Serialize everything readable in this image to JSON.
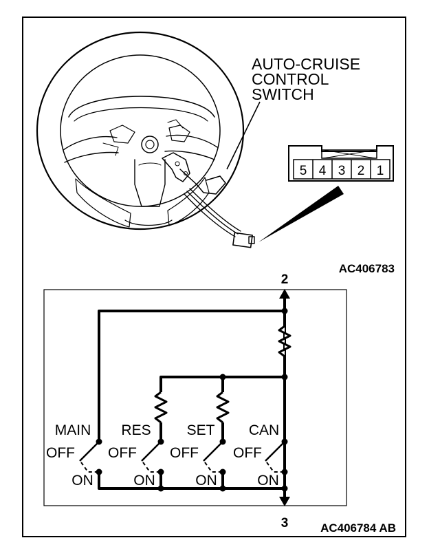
{
  "illustration": {
    "callout": [
      "AUTO-CRUISE",
      "CONTROL",
      "SWITCH"
    ],
    "connector_pins": [
      "5",
      "4",
      "3",
      "2",
      "1"
    ],
    "figure_id": "AC406783"
  },
  "schematic": {
    "terminal_top": "2",
    "terminal_bottom": "3",
    "switches": [
      {
        "name": "MAIN",
        "off": "OFF",
        "on": "ON"
      },
      {
        "name": "RES",
        "off": "OFF",
        "on": "ON"
      },
      {
        "name": "SET",
        "off": "OFF",
        "on": "ON"
      },
      {
        "name": "CAN",
        "off": "OFF",
        "on": "ON"
      }
    ],
    "figure_id": "AC406784 AB"
  }
}
